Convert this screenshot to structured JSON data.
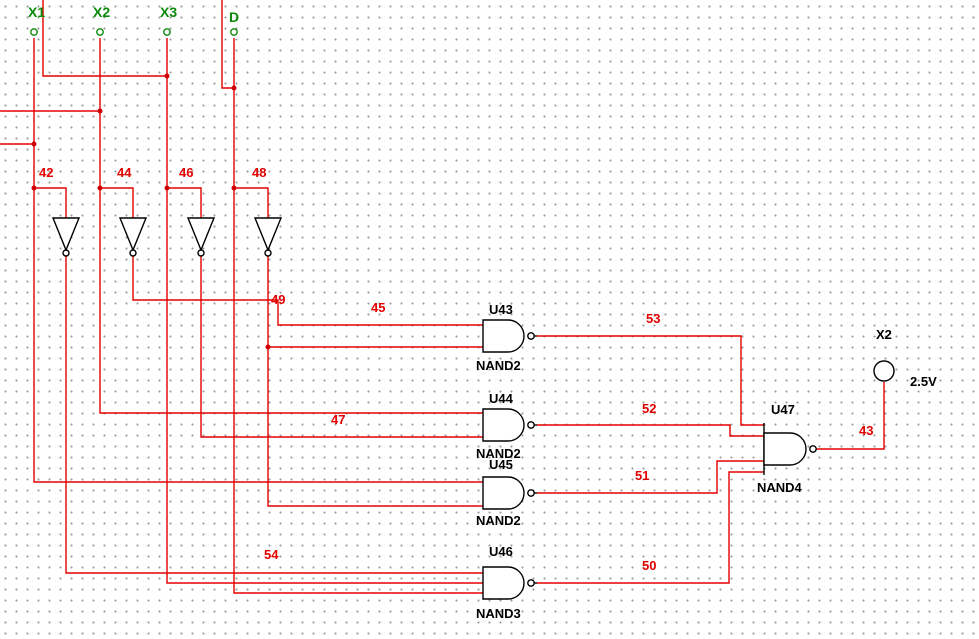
{
  "inputs": {
    "x1": "X1",
    "x2": "X2",
    "x3": "X3",
    "d": "D"
  },
  "nets": {
    "n42": "42",
    "n44": "44",
    "n46": "46",
    "n48": "48",
    "n49": "49",
    "n45": "45",
    "n47": "47",
    "n54": "54",
    "n53": "53",
    "n52": "52",
    "n51": "51",
    "n50": "50",
    "n43": "43"
  },
  "gates": {
    "u43": {
      "ref": "U43",
      "type": "NAND2"
    },
    "u44": {
      "ref": "U44",
      "type": "NAND2"
    },
    "u45": {
      "ref": "U45",
      "type": "NAND2"
    },
    "u46": {
      "ref": "U46",
      "type": "NAND3"
    },
    "u47": {
      "ref": "U47",
      "type": "NAND4"
    }
  },
  "probe": {
    "name": "X2",
    "voltage": "2.5V"
  },
  "colors": {
    "wire": "#e30000",
    "input_label": "#0a8a0a",
    "grid_dot": "#9a9a9a"
  }
}
